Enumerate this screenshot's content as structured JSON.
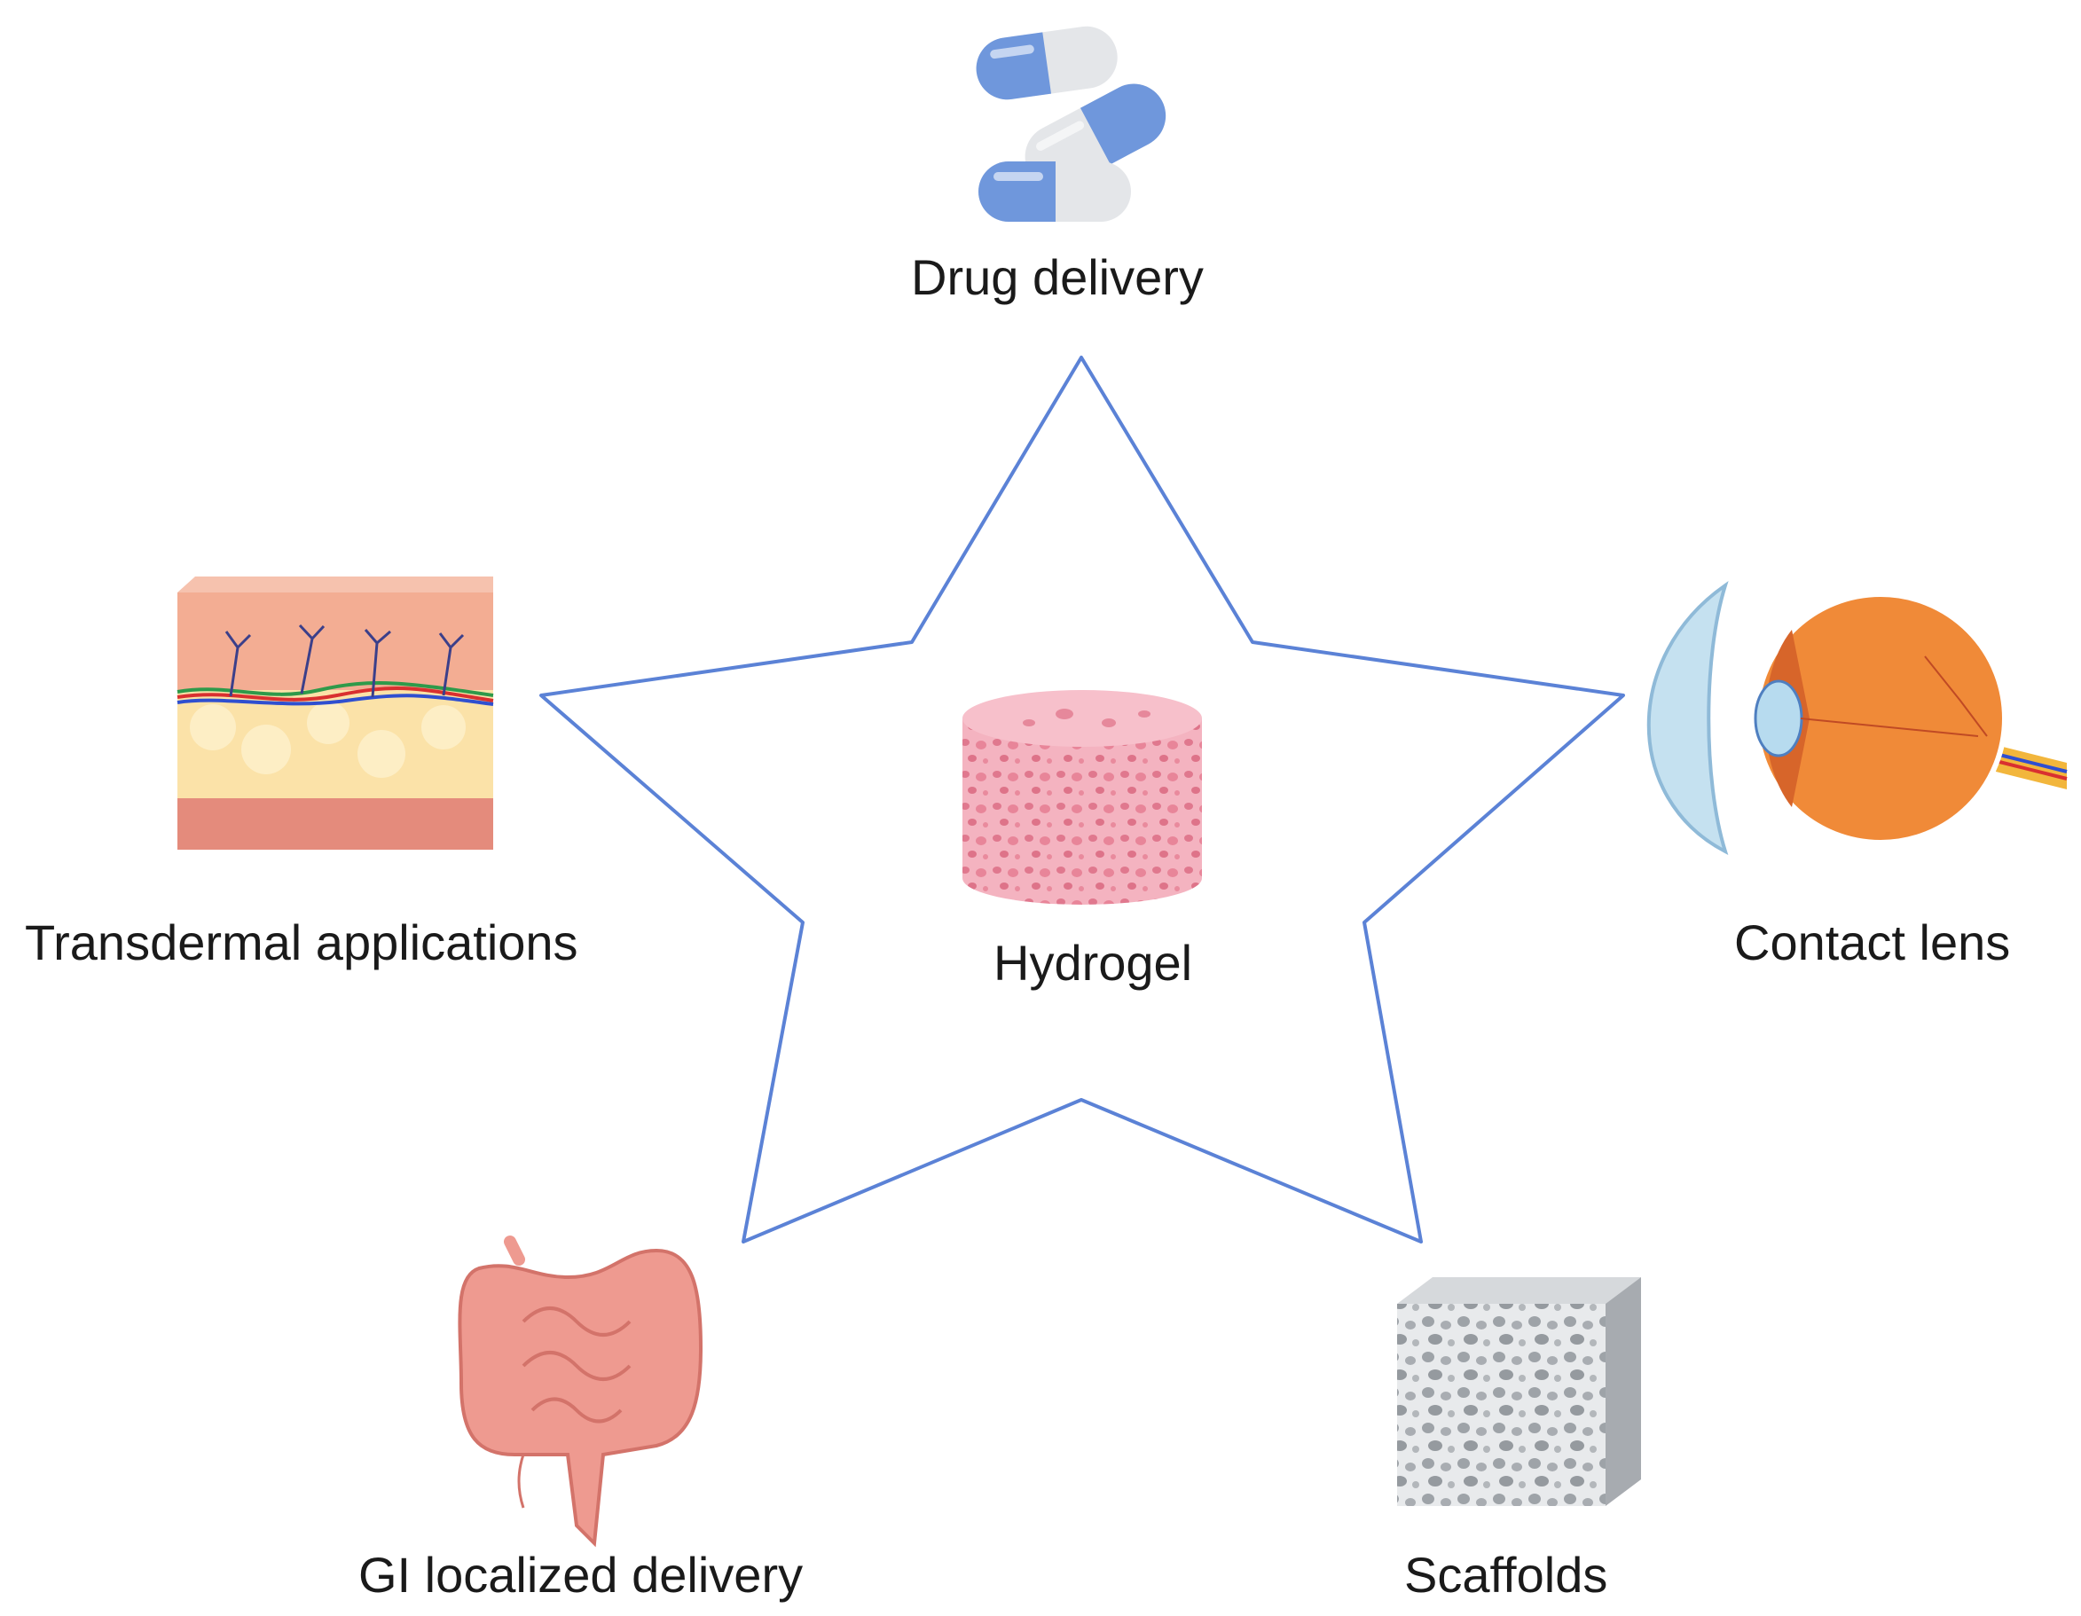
{
  "center": {
    "label": "Hydrogel",
    "icon": "hydrogel-sponge-icon"
  },
  "applications": [
    {
      "label": "Drug delivery",
      "icon": "capsules-icon"
    },
    {
      "label": "Contact lens",
      "icon": "eye-contact-lens-icon"
    },
    {
      "label": "Scaffolds",
      "icon": "porous-scaffold-cube-icon"
    },
    {
      "label": "GI localized delivery",
      "icon": "intestine-icon"
    },
    {
      "label": "Transdermal applications",
      "icon": "skin-layers-icon"
    }
  ],
  "colors": {
    "star_outline": "#5b82d6",
    "text": "#1a1a1a",
    "capsule_blue": "#6f97dc",
    "hydrogel_pink": "#f2a3b2",
    "eye_orange": "#f08a38",
    "skin_fat": "#fbe2a8",
    "intestine_pink": "#ee9a90",
    "scaffold_grey": "#b8bcc0"
  }
}
